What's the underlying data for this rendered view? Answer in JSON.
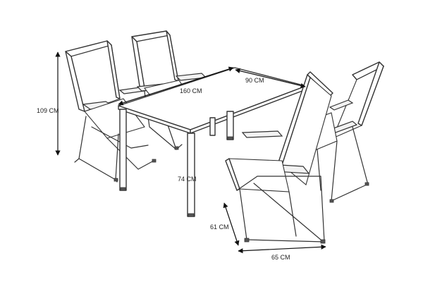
{
  "dimensions": {
    "chair_height": "109 CM",
    "table_length": "160 CM",
    "table_width": "90 CM",
    "table_height": "74 CM",
    "seat_height": "61 CM",
    "chair_width": "65 CM"
  }
}
